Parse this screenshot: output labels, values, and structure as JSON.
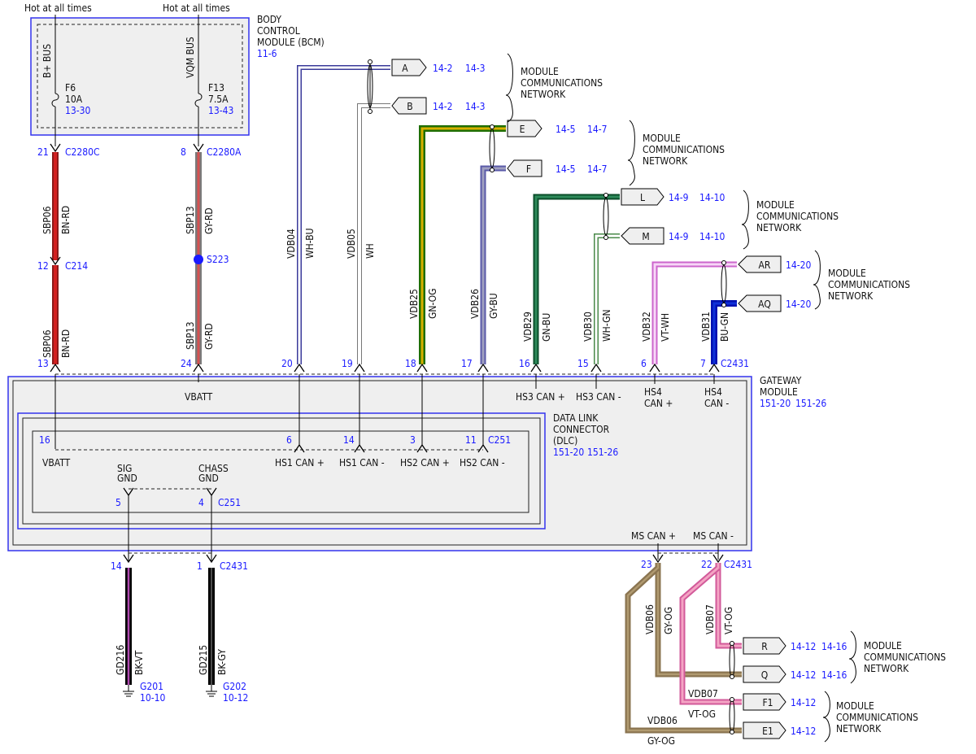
{
  "colors": {
    "ref": "#1a1aff",
    "box_blue": "#3333ee",
    "module_fill": "#efefef"
  },
  "power": {
    "hot_left": "Hot at all times",
    "hot_right": "Hot at all times"
  },
  "bcm": {
    "title_lines": [
      "BODY",
      "CONTROL",
      "MODULE (BCM)"
    ],
    "ref": "11-6",
    "bus_left": "B+ BUS",
    "bus_right": "VQM BUS",
    "fuse_left": {
      "name": "F6",
      "rating": "10A",
      "ref": "13-30"
    },
    "fuse_right": {
      "name": "F13",
      "rating": "7.5A",
      "ref": "13-43"
    }
  },
  "top_connectors": [
    {
      "pin": "21",
      "conn": "C2280C"
    },
    {
      "pin": "8",
      "conn": "C2280A"
    }
  ],
  "c214": {
    "pin": "12",
    "conn": "C214"
  },
  "splice": {
    "label": "S223"
  },
  "wires_bcm": [
    {
      "circuit": "SBP06",
      "color": "BN-RD"
    },
    {
      "circuit": "SBP13",
      "color": "GY-RD"
    }
  ],
  "wires_bcm_lower": [
    {
      "circuit": "SBP06",
      "color": "BN-RD"
    },
    {
      "circuit": "SBP13",
      "color": "GY-RD"
    }
  ],
  "network_wires": [
    {
      "circuit": "VDB04",
      "color": "WH-BU",
      "pin": "20"
    },
    {
      "circuit": "VDB05",
      "color": "WH",
      "pin": "19"
    },
    {
      "circuit": "VDB25",
      "color": "GN-OG",
      "pin": "18"
    },
    {
      "circuit": "VDB26",
      "color": "GY-BU",
      "pin": "17"
    },
    {
      "circuit": "VDB29",
      "color": "GN-BU",
      "pin": "16"
    },
    {
      "circuit": "VDB30",
      "color": "WH-GN",
      "pin": "15"
    },
    {
      "circuit": "VDB32",
      "color": "VT-WH",
      "pin": "6"
    },
    {
      "circuit": "VDB31",
      "color": "BU-GN",
      "pin": "7"
    }
  ],
  "gateway_connector_left": [
    {
      "pin": "13"
    },
    {
      "pin": "24"
    }
  ],
  "gateway_conn_name": "C2431",
  "flags": [
    {
      "id": "A",
      "refs": [
        "14-2",
        "14-3"
      ]
    },
    {
      "id": "B",
      "refs": [
        "14-2",
        "14-3"
      ]
    },
    {
      "id": "E",
      "refs": [
        "14-5",
        "14-7"
      ]
    },
    {
      "id": "F",
      "refs": [
        "14-5",
        "14-7"
      ]
    },
    {
      "id": "L",
      "refs": [
        "14-9",
        "14-10"
      ]
    },
    {
      "id": "M",
      "refs": [
        "14-9",
        "14-10"
      ]
    },
    {
      "id": "AR",
      "refs": [
        "14-20"
      ]
    },
    {
      "id": "AQ",
      "refs": [
        "14-20"
      ]
    },
    {
      "id": "R",
      "refs": [
        "14-12",
        "14-16"
      ]
    },
    {
      "id": "Q",
      "refs": [
        "14-12",
        "14-16"
      ]
    },
    {
      "id": "F1",
      "refs": [
        "14-12"
      ]
    },
    {
      "id": "E1",
      "refs": [
        "14-12"
      ]
    }
  ],
  "network_label": [
    "MODULE",
    "COMMUNICATIONS",
    "NETWORK"
  ],
  "gateway": {
    "title_lines": [
      "GATEWAY",
      "MODULE"
    ],
    "refs": [
      "151-20",
      "151-26"
    ],
    "vbatt": "VBATT",
    "hs3p": "HS3 CAN +",
    "hs3m": "HS3 CAN -",
    "hs4p_lines": [
      "HS4",
      "CAN +"
    ],
    "hs4m_lines": [
      "HS4",
      "CAN -"
    ],
    "msp": "MS CAN +",
    "msm": "MS CAN -"
  },
  "dlc": {
    "title_lines": [
      "DATA LINK",
      "CONNECTOR",
      "(DLC)"
    ],
    "refs": [
      "151-20",
      "151-26"
    ],
    "conn": "C251",
    "pins": [
      {
        "pin": "16",
        "label": "VBATT"
      },
      {
        "pin": "6",
        "label": "HS1 CAN +"
      },
      {
        "pin": "14",
        "label": "HS1 CAN -"
      },
      {
        "pin": "3",
        "label": "HS2 CAN +"
      },
      {
        "pin": "11",
        "label": "HS2 CAN -"
      }
    ],
    "sig_gnd": [
      "SIG",
      "GND"
    ],
    "chass_gnd": [
      "CHASS",
      "GND"
    ],
    "gnd_pins": [
      {
        "pin": "5"
      },
      {
        "pin": "4"
      }
    ],
    "gnd_conn": "C251"
  },
  "ground_wires": [
    {
      "pin": "14",
      "circuit": "GD216",
      "color": "BK-VT",
      "ground": "G201",
      "ref": "10-10"
    },
    {
      "pin": "1",
      "conn": "C2431",
      "circuit": "GD215",
      "color": "BK-GY",
      "ground": "G202",
      "ref": "10-12"
    }
  ],
  "ms_pins": [
    {
      "pin": "23"
    },
    {
      "pin": "22",
      "conn": "C2431"
    }
  ],
  "ms_wires": {
    "vdb06": {
      "circuit": "VDB06",
      "color": "GY-OG"
    },
    "vdb07": {
      "circuit": "VDB07",
      "color": "VT-OG"
    }
  }
}
